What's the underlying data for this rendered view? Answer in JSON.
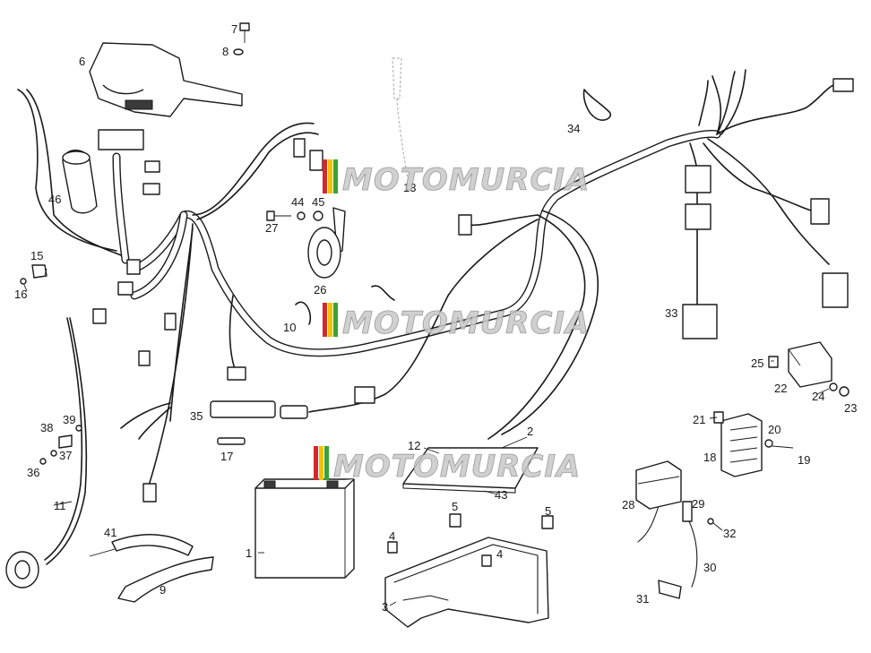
{
  "watermark": {
    "text": "MOTOMURCIA",
    "stripe_colors": [
      "#d8262c",
      "#f2c200",
      "#3aa335"
    ]
  },
  "callouts": {
    "n1": "1",
    "n2": "2",
    "n3": "3",
    "n4a": "4",
    "n4b": "4",
    "n5a": "5",
    "n5b": "5",
    "n6": "6",
    "n7": "7",
    "n8": "8",
    "n9": "9",
    "n10": "10",
    "n11": "11",
    "n12": "12",
    "n13": "13",
    "n15": "15",
    "n16": "16",
    "n17": "17",
    "n18": "18",
    "n19": "19",
    "n20": "20",
    "n21": "21",
    "n22": "22",
    "n23": "23",
    "n24": "24",
    "n25": "25",
    "n26": "26",
    "n27": "27",
    "n28": "28",
    "n29": "29",
    "n30": "30",
    "n31": "31",
    "n32": "32",
    "n33": "33",
    "n34": "34",
    "n35": "35",
    "n36": "36",
    "n37": "37",
    "n38": "38",
    "n39": "39",
    "n41": "41",
    "n43": "43",
    "n44": "44",
    "n45": "45",
    "n46": "46"
  }
}
